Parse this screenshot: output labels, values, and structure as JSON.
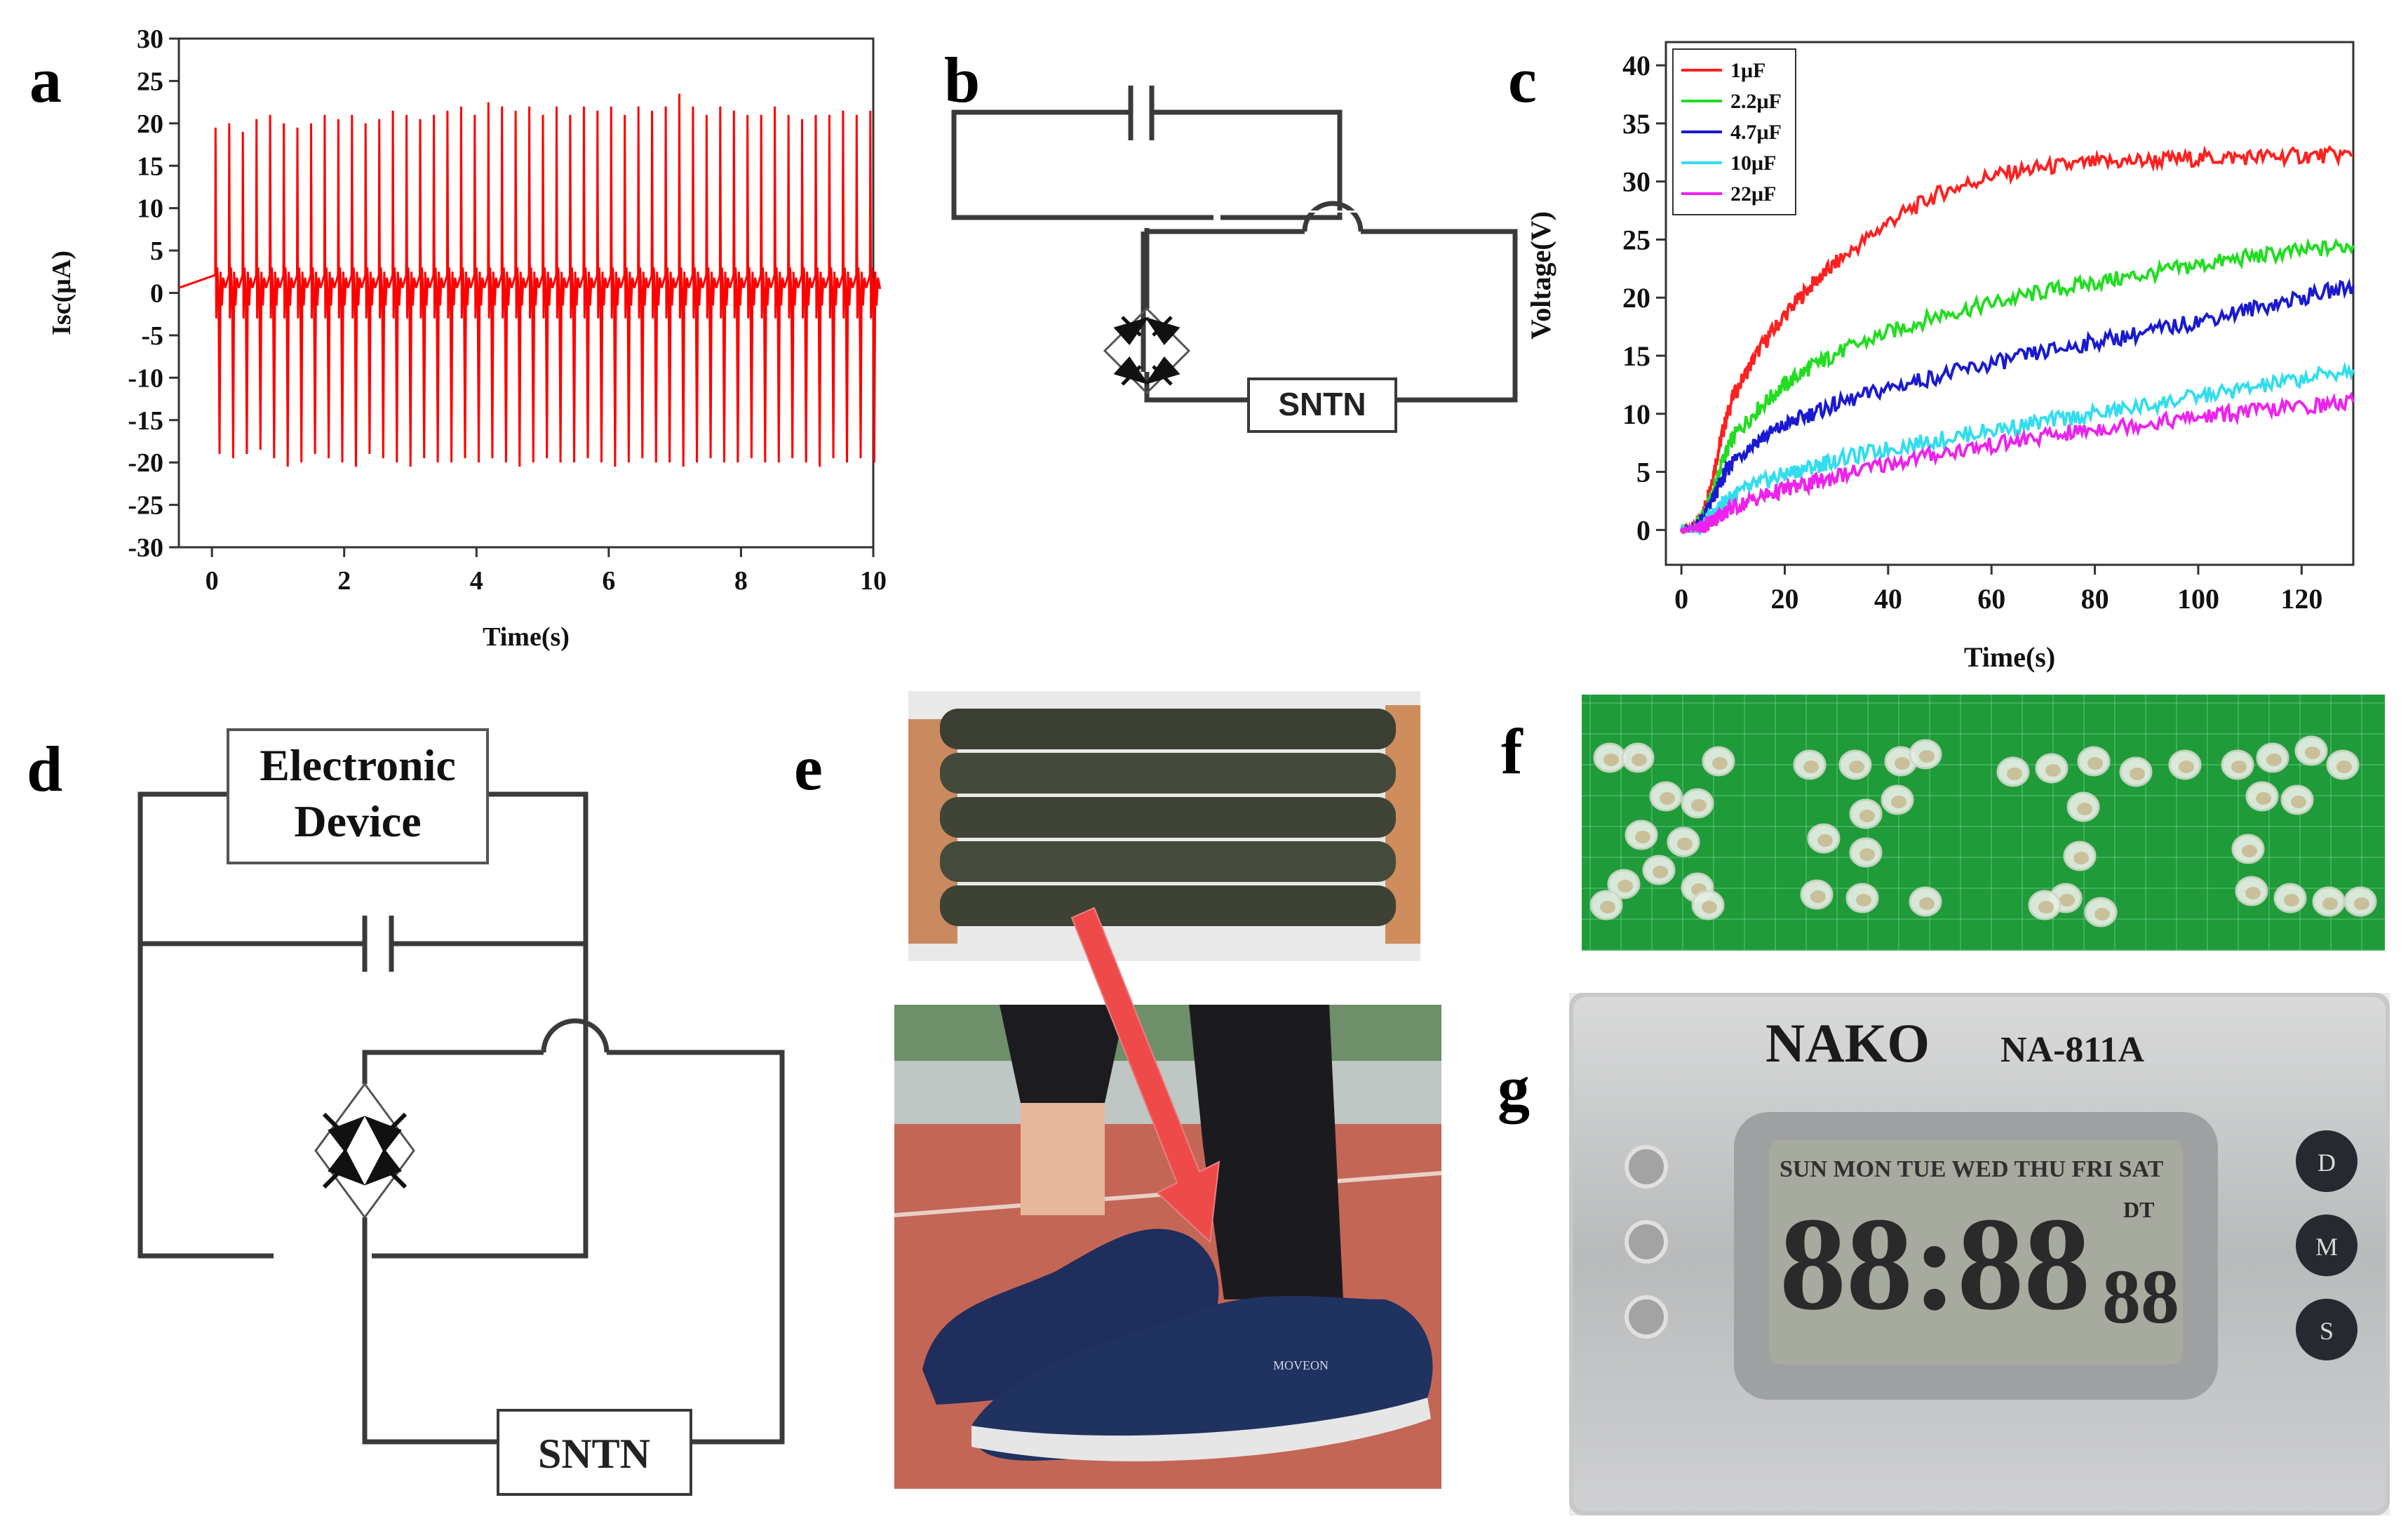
{
  "panels": {
    "a": "a",
    "b": "b",
    "c": "c",
    "d": "d",
    "e": "e",
    "f": "f",
    "g": "g"
  },
  "colors": {
    "isc_trace": "#ff0000",
    "wire": "#3a3a3a",
    "c_1uF": "#ff2020",
    "c_2_2uF": "#22dd22",
    "c_4_7uF": "#1a1ad0",
    "c_10uF": "#33ddee",
    "c_22uF": "#ee22ee",
    "pcb_green": "#1f9b3a"
  },
  "circuit_b": {
    "load_label": "SNTN"
  },
  "circuit_d": {
    "device_line1": "Electronic",
    "device_line2": "Device",
    "load_label": "SNTN"
  },
  "photo_g": {
    "brand": "NAKO",
    "model": "NA-811A",
    "days": "SUN MON TUE WED THU FRI SAT",
    "digits": "88:88",
    "seconds": "88",
    "dt": "DT",
    "buttons": [
      "D",
      "M",
      "S"
    ]
  },
  "photo_e": {
    "shoe_label": "MOVEON"
  },
  "chart_data": [
    {
      "panel": "a",
      "type": "line",
      "xlabel": "Time(s)",
      "ylabel": "Isc(μA)",
      "xlim": [
        -0.5,
        10
      ],
      "ylim": [
        -30,
        30
      ],
      "x_ticks": [
        0,
        2,
        4,
        6,
        8,
        10
      ],
      "y_ticks": [
        -30,
        -25,
        -20,
        -15,
        -10,
        -5,
        0,
        5,
        10,
        15,
        20,
        25,
        30
      ],
      "series": [
        {
          "signal": "pulse train",
          "baseline": 0.6,
          "pulse_count": 49,
          "first_pulse_s": 0.05,
          "last_pulse_s": 9.95,
          "positive_peaks": [
            19.5,
            20,
            19,
            20.5,
            21,
            20,
            19.5,
            20,
            21,
            20.5,
            21,
            20,
            20.5,
            21.5,
            21,
            20.5,
            21,
            21.5,
            22,
            21,
            22.5,
            22,
            21.5,
            22,
            21,
            22,
            21,
            22,
            21.5,
            22,
            21,
            22,
            21.5,
            22,
            23.5,
            22,
            21,
            22,
            21.5,
            21,
            21,
            22,
            21,
            20.5,
            21,
            21,
            21.5,
            21,
            21.5
          ],
          "negative_peaks": [
            -19,
            -19.5,
            -19,
            -18.5,
            -19.5,
            -20.5,
            -20,
            -19,
            -19.5,
            -20,
            -20.5,
            -19,
            -19.5,
            -20,
            -20.5,
            -19.5,
            -20,
            -20,
            -19.5,
            -20,
            -19.5,
            -20,
            -20.5,
            -20,
            -19.5,
            -20,
            -20,
            -19.5,
            -20,
            -20.5,
            -20,
            -19.5,
            -20,
            -20,
            -20.5,
            -20,
            -19.5,
            -20,
            -20,
            -19.5,
            -20,
            -20,
            -19.5,
            -20,
            -20.5,
            -19.5,
            -20,
            -19.5,
            -20
          ]
        }
      ]
    },
    {
      "panel": "c",
      "type": "line",
      "xlabel": "Time(s)",
      "ylabel": "Voltage(V)",
      "xlim": [
        -3,
        130
      ],
      "ylim": [
        -3,
        42
      ],
      "x_ticks": [
        0,
        20,
        40,
        60,
        80,
        100,
        120
      ],
      "y_ticks": [
        0,
        5,
        10,
        15,
        20,
        25,
        30,
        35,
        40
      ],
      "legend_position": "top-left",
      "x": [
        0,
        2,
        4,
        6,
        8,
        10,
        15,
        20,
        25,
        30,
        40,
        50,
        60,
        70,
        80,
        90,
        100,
        110,
        120,
        130
      ],
      "series": [
        {
          "name": "1μF",
          "color": "#ff2020",
          "values": [
            0,
            0.2,
            1,
            4.5,
            8.5,
            11.5,
            15.5,
            18.5,
            21,
            23,
            26.5,
            29,
            30.5,
            31.2,
            31.6,
            31.8,
            32,
            32.1,
            32.2,
            32.3
          ]
        },
        {
          "name": "2.2μF",
          "color": "#22dd22",
          "values": [
            0,
            0.2,
            0.8,
            3,
            6,
            8,
            10.5,
            12.5,
            14,
            15.2,
            17,
            18.5,
            19.5,
            20.5,
            21.3,
            22,
            22.8,
            23.5,
            24,
            24.5
          ]
        },
        {
          "name": "4.7μF",
          "color": "#1a1ad0",
          "values": [
            0,
            0.2,
            0.7,
            2.5,
            4.5,
            6,
            7.8,
            9,
            10,
            10.8,
            12.2,
            13.3,
            14.3,
            15.3,
            16.2,
            17,
            18,
            19,
            20,
            21
          ]
        },
        {
          "name": "10μF",
          "color": "#33ddee",
          "values": [
            0,
            0.1,
            0.4,
            1.2,
            2.2,
            3,
            4,
            4.8,
            5.4,
            6,
            7,
            7.8,
            8.6,
            9.3,
            10,
            10.7,
            11.5,
            12.2,
            13,
            13.8
          ]
        },
        {
          "name": "22μF",
          "color": "#ee22ee",
          "values": [
            0,
            0.1,
            0.3,
            0.8,
            1.4,
            1.9,
            2.8,
            3.5,
            4,
            4.6,
            5.7,
            6.6,
            7.3,
            8,
            8.7,
            9.2,
            9.7,
            10.2,
            10.6,
            11
          ]
        }
      ]
    }
  ]
}
